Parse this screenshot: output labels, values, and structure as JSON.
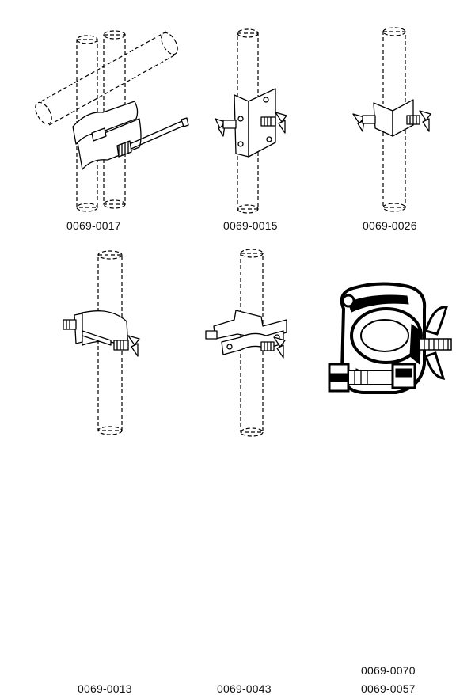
{
  "parts": [
    {
      "code": "0069-0017"
    },
    {
      "code": "0069-0015"
    },
    {
      "code": "0069-0026"
    },
    {
      "code": "0069-0013"
    },
    {
      "code": "0069-0043"
    },
    {
      "code": "0069-0070",
      "code2": "0069-0057"
    }
  ],
  "colors": {
    "line": "#000000",
    "background": "#ffffff"
  }
}
